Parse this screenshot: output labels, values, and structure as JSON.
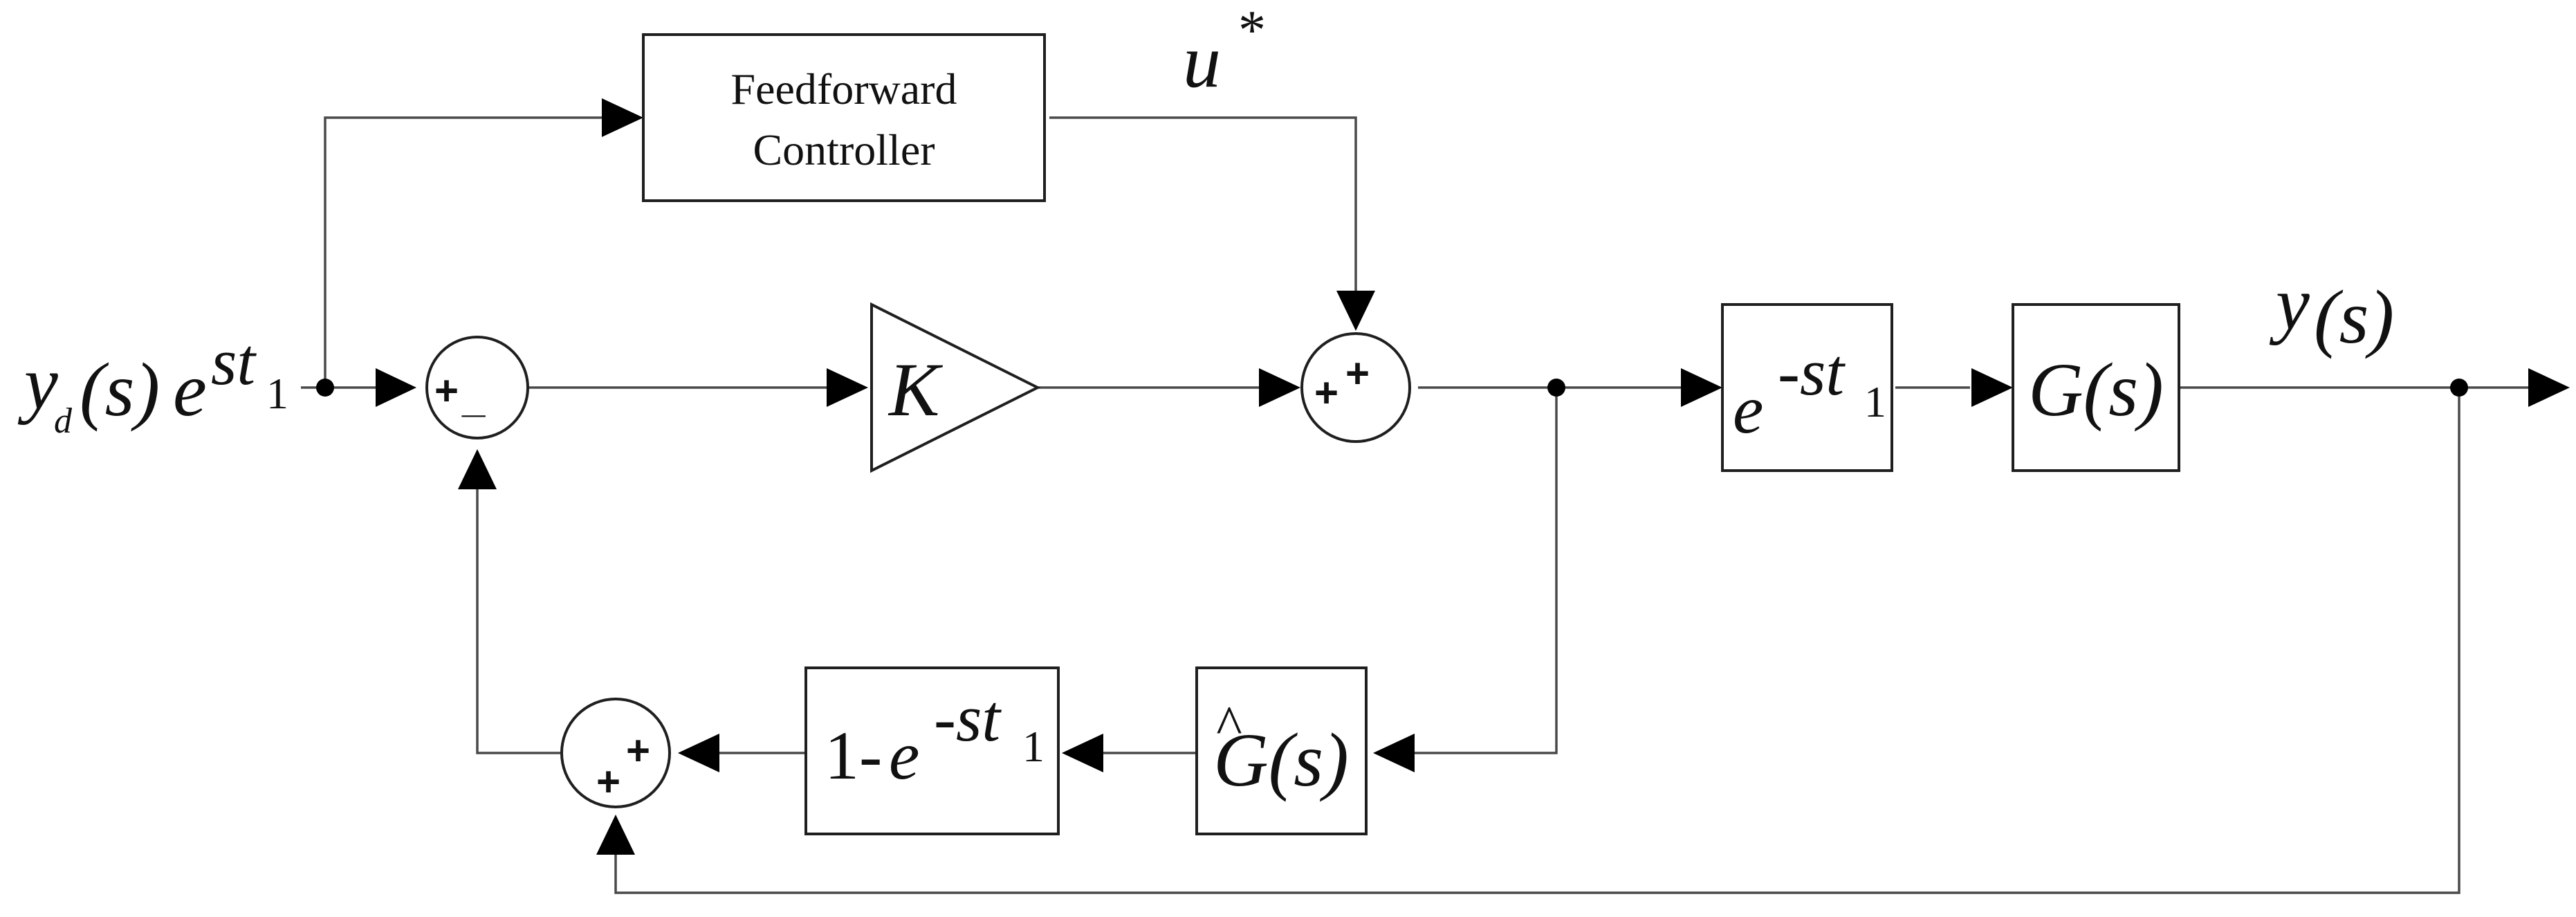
{
  "blocks": {
    "feedforward": {
      "line1": "Feedforward",
      "line2": "Controller"
    },
    "gain": {
      "label": "K"
    },
    "delay": {
      "base": "e",
      "sup": "-st",
      "sub": "1"
    },
    "plant": {
      "label": "G(s)"
    },
    "model": {
      "hat": "^",
      "label": "G(s)"
    },
    "predictor": {
      "prefix": "1-",
      "base": "e",
      "sup": "-st",
      "sub": "1"
    }
  },
  "signals": {
    "input": {
      "y": "y",
      "sub": "d",
      "s": "(s)",
      "e": "e",
      "sup": "st",
      "supsub": "1"
    },
    "feedforward_out": {
      "u": "u",
      "star": "*"
    },
    "output": {
      "y": "y",
      "s": "(s)"
    }
  },
  "sums": {
    "error": {
      "top": "+",
      "bottom": "_"
    },
    "control": {
      "left": "+",
      "top": "+"
    },
    "feedback": {
      "bottom": "+",
      "top": "+"
    }
  }
}
